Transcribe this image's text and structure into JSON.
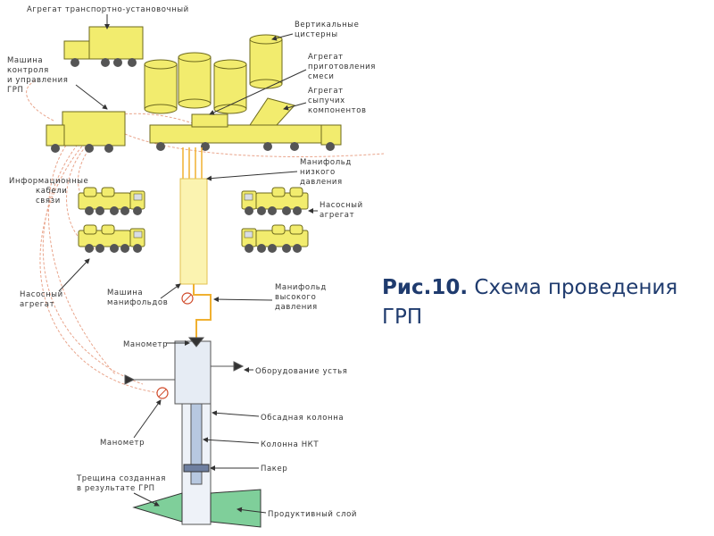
{
  "caption": {
    "number": "Рис.10.",
    "title": "Схема проведения ГРП"
  },
  "colors": {
    "equipment": "#f2ec6e",
    "equipment_stroke": "#6e6a1e",
    "well": "#b7c8e0",
    "cable": "#e9a58c",
    "pipe": "#f0b030",
    "layer": "#7fcf9a"
  },
  "labels": {
    "transport_unit": "Агрегат транспортно-установочный",
    "vertical_tanks": [
      "Вертикальные",
      "цистерны"
    ],
    "control_machine": [
      "Машина",
      "контроля",
      "и управления",
      "ГРП"
    ],
    "mix_unit": [
      "Агрегат",
      "приготовления",
      "смеси"
    ],
    "bulk_unit": [
      "Агрегат",
      "сыпучих",
      "компонентов"
    ],
    "info_cables": [
      "Информационные",
      "кабели",
      "связи"
    ],
    "low_manifold": [
      "Манифольд",
      "низкого",
      "давления"
    ],
    "pump_unit_right": [
      "Насосный",
      "агрегат"
    ],
    "pump_unit_left": [
      "Насосный",
      "агрегат"
    ],
    "manifold_machine": [
      "Машина",
      "манифольдов"
    ],
    "high_manifold": [
      "Манифольд",
      "высокого",
      "давления"
    ],
    "manometer_top": "Манометр",
    "wellhead": "Оборудование устья",
    "casing": "Обсадная колонна",
    "tubing": "Колонна НКТ",
    "manometer_bottom": "Манометр",
    "packer": "Пакер",
    "fracture": [
      "Трещина созданная",
      "в результате ГРП"
    ],
    "productive_layer": "Продуктивный слой"
  }
}
